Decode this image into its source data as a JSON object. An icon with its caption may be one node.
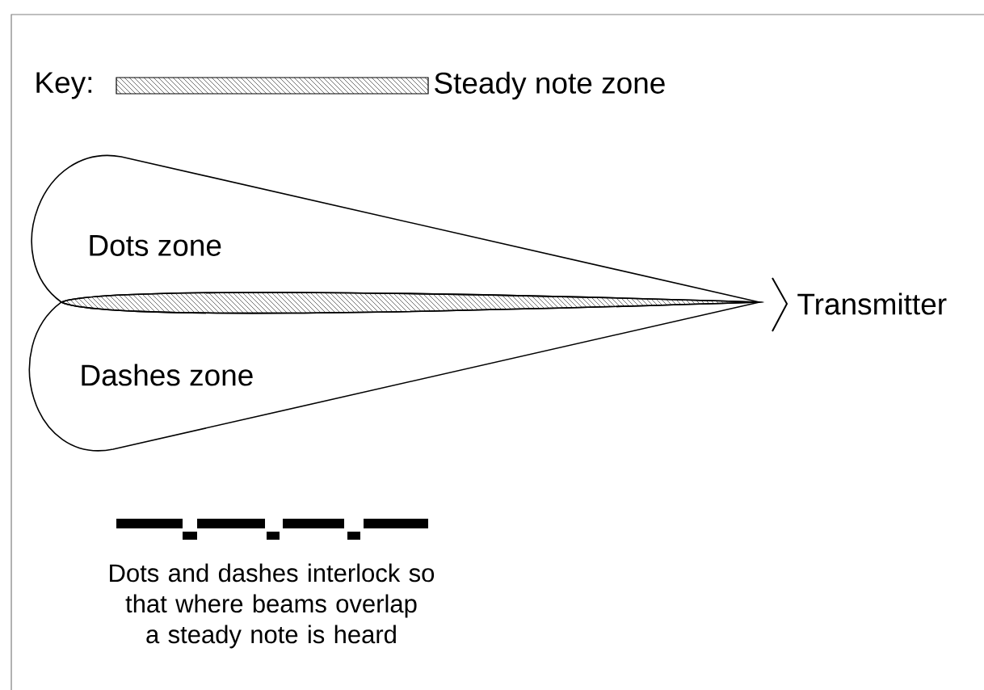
{
  "diagram": {
    "nodes": [
      {
        "text": [
          "Dots zone"
        ]
      },
      {
        "text": [
          "Dashes zone"
        ]
      },
      {
        "text": [],
        "shape": "lens"
      }
    ],
    "labels": [
      "Key:",
      "Transmitter",
      "Dots and dashes interlock so that where beams overlap a steady note is heard"
    ],
    "legend": [
      {
        "text": "Steady note zone"
      }
    ]
  }
}
